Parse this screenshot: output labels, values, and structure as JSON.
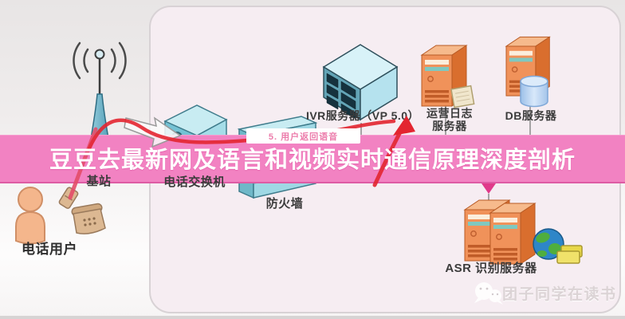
{
  "banner": {
    "title": "豆豆去最新网及语言和视频实时通信原理深度剖析"
  },
  "diagram": {
    "flow_label": "5. 用户返回语音",
    "nodes": [
      {
        "id": "phone-user",
        "label": "电话用户"
      },
      {
        "id": "base-station",
        "label": "基站"
      },
      {
        "id": "pbx",
        "label": "电话交换机"
      },
      {
        "id": "firewall",
        "label": "防火墙"
      },
      {
        "id": "ivr-server",
        "label": "IVR服务器（VP 5.0）"
      },
      {
        "id": "ops-log-server",
        "label_line1": "运营日志",
        "label_line2": "服务器"
      },
      {
        "id": "db-server",
        "label": "DB服务器"
      },
      {
        "id": "asr-server",
        "label": "ASR 识别服务器"
      }
    ]
  },
  "watermark": {
    "name": "团子同学在读书",
    "icon": "wechat-icon"
  },
  "colors": {
    "banner_pink": "#f282c2",
    "panel_pink": "#f6edf2",
    "teal_device": "#8fd0de",
    "orange_server": "#f0925a",
    "flow_red": "#e32530",
    "arrow_magenta": "#e03a8a"
  }
}
